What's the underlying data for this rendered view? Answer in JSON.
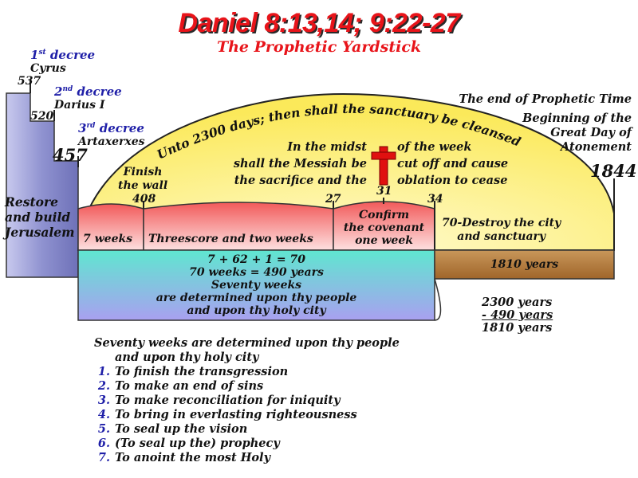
{
  "title": "Daniel 8:13,14; 9:22-27",
  "subtitle": "The Prophetic Yardstick",
  "decrees": [
    {
      "ordinal": "1",
      "suffix": "st",
      "word": "decree",
      "king": "Cyrus",
      "year": "537"
    },
    {
      "ordinal": "2",
      "suffix": "nd",
      "word": "decree",
      "king": "Darius I",
      "year": "520"
    },
    {
      "ordinal": "3",
      "suffix": "rd",
      "word": "decree",
      "king": "Artaxerxes",
      "year": "457"
    }
  ],
  "restore_label": [
    "Restore",
    "and build",
    "Jerusalem"
  ],
  "arc_text": "Unto 2300 days; then shall the sanctuary be cleansed",
  "end_labels": [
    "The end of Prophetic Time",
    "Beginning of the",
    "Great Day of",
    "Atonement"
  ],
  "end_year": "1844",
  "finish_wall": [
    "Finish",
    "the wall"
  ],
  "tick_years": {
    "y408": "408",
    "y27": "27",
    "y31": "31",
    "y34": "34"
  },
  "messiah_text": {
    "left": [
      "In the midst",
      "shall the Messiah be",
      "the sacrifice and the"
    ],
    "right": [
      "of the week",
      "cut off and cause",
      "oblation to cease"
    ]
  },
  "segments": {
    "seven_weeks": "7 weeks",
    "threescore": "Threescore and two weeks",
    "confirm": [
      "Confirm",
      "the covenant",
      "one week"
    ],
    "destroy": [
      "70-Destroy the city",
      "and sanctuary"
    ]
  },
  "seventy_box": [
    "7 + 62 + 1 = 70",
    "70 weeks = 490 years",
    "Seventy weeks",
    "are determined upon thy people",
    "and upon thy holy city"
  ],
  "years_1810_bar": "1810 years",
  "calc": [
    "2300 years",
    "- 490 years",
    "1810 years"
  ],
  "list_intro": [
    "Seventy weeks are determined upon thy people",
    "and upon thy holy city"
  ],
  "list_items": [
    {
      "n": "1.",
      "text": "To finish the transgression"
    },
    {
      "n": "2.",
      "text": "To make an end of sins"
    },
    {
      "n": "3.",
      "text": "To make reconciliation for iniquity"
    },
    {
      "n": "4.",
      "text": "To bring in everlasting righteousness"
    },
    {
      "n": "5.",
      "text": "To seal up the vision"
    },
    {
      "n": "6.",
      "text": "(To seal up the) prophecy"
    },
    {
      "n": "7.",
      "text": "To anoint the most Holy"
    }
  ],
  "colors": {
    "title_red": "#e8141a",
    "decree_blue": "#1f1fa8",
    "yellow": "#fff7a0",
    "pink": "#f7a8a8",
    "cyan": "#66e8d8",
    "brown": "#b8864a",
    "purple_step": "#9d9fd6"
  }
}
